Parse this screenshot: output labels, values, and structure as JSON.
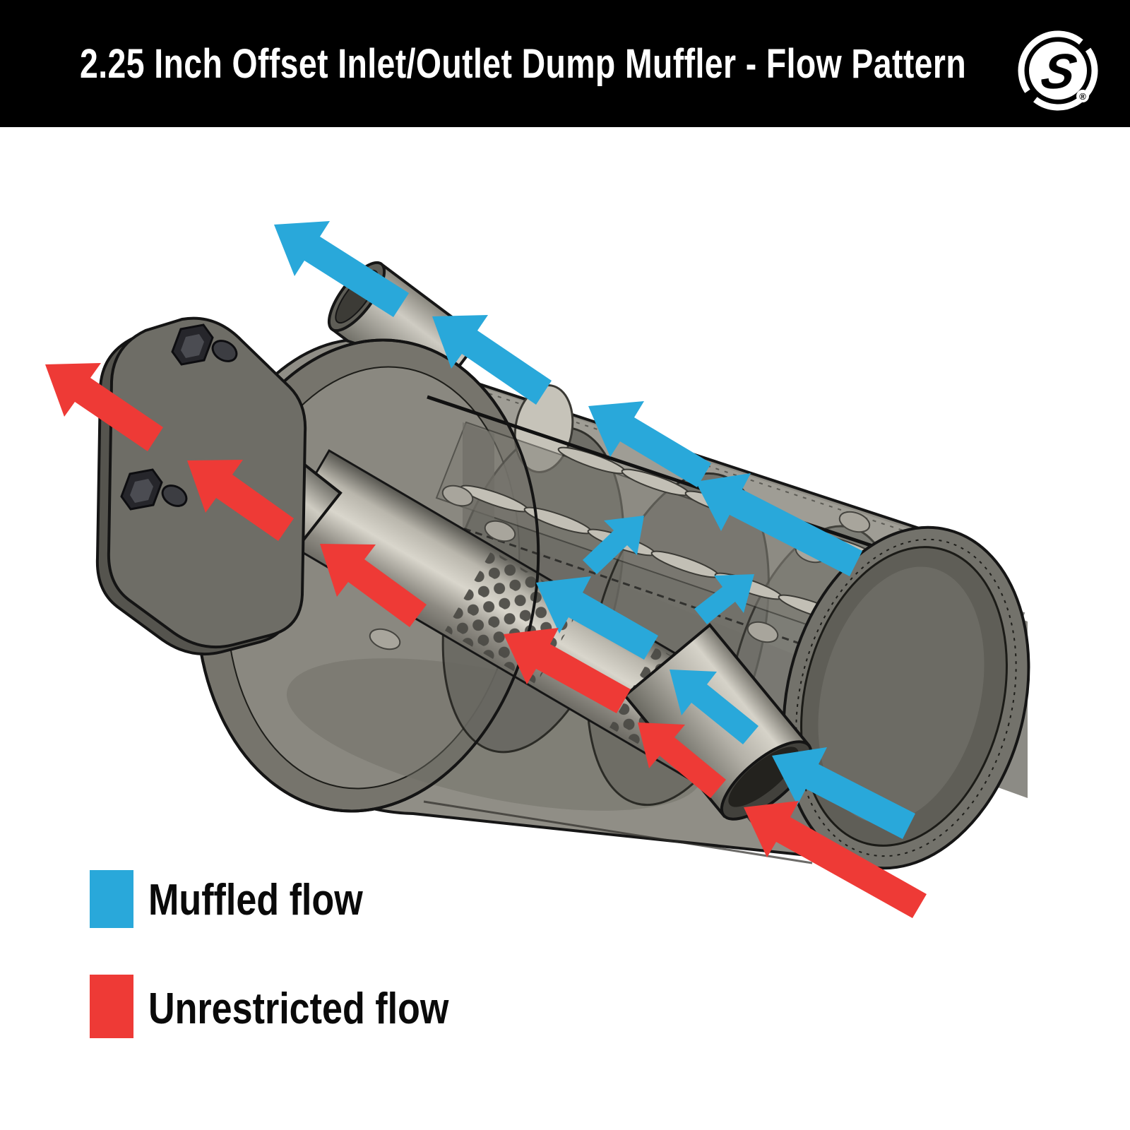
{
  "header": {
    "title": "2.25 Inch Offset Inlet/Outlet Dump Muffler - Flow Pattern",
    "bg_color": "#000000",
    "text_color": "#ffffff",
    "logo_letter": "S",
    "logo_registered": "®"
  },
  "legend": {
    "items": [
      {
        "id": "muffled",
        "label": "Muffled flow",
        "color": "#29a8da"
      },
      {
        "id": "unrestricted",
        "label": "Unrestricted flow",
        "color": "#ee3a36"
      }
    ]
  },
  "diagram": {
    "subject": "Cutaway CAD view of a 2.25 inch offset inlet/outlet dump muffler showing exhaust flow pattern",
    "flows": [
      {
        "id": "muffled",
        "label": "Muffled flow",
        "color": "#29a8da",
        "arrows": [
          {
            "tip": [
              388,
              318
            ],
            "tail": [
              568,
              432
            ],
            "size": "lg"
          },
          {
            "tip": [
              612,
              448
            ],
            "tail": [
              770,
              556
            ],
            "size": "lg"
          },
          {
            "tip": [
              833,
              575
            ],
            "tail": [
              997,
              673
            ],
            "size": "lg"
          },
          {
            "tip": [
              985,
              682
            ],
            "tail": [
              1212,
              798
            ],
            "size": "lg"
          },
          {
            "tip": [
              912,
              730
            ],
            "tail": [
              835,
              803
            ],
            "size": "sm"
          },
          {
            "tip": [
              1068,
              813
            ],
            "tail": [
              992,
              873
            ],
            "size": "sm"
          },
          {
            "tip": [
              759,
              825
            ],
            "tail": [
              922,
              917
            ],
            "size": "lg"
          },
          {
            "tip": [
              948,
              948
            ],
            "tail": [
              1063,
              1041
            ],
            "size": "md"
          },
          {
            "tip": [
              1093,
              1070
            ],
            "tail": [
              1287,
              1170
            ],
            "size": "lg"
          }
        ]
      },
      {
        "id": "unrestricted",
        "label": "Unrestricted flow",
        "color": "#ee3a36",
        "arrows": [
          {
            "tip": [
              64,
              516
            ],
            "tail": [
              220,
              622
            ],
            "size": "lg"
          },
          {
            "tip": [
              265,
              652
            ],
            "tail": [
              405,
              750
            ],
            "size": "lg"
          },
          {
            "tip": [
              453,
              770
            ],
            "tail": [
              592,
              872
            ],
            "size": "lg"
          },
          {
            "tip": [
              713,
              898
            ],
            "tail": [
              883,
              993
            ],
            "size": "lg"
          },
          {
            "tip": [
              903,
              1023
            ],
            "tail": [
              1017,
              1117
            ],
            "size": "md"
          },
          {
            "tip": [
              1053,
              1143
            ],
            "tail": [
              1302,
              1283
            ],
            "size": "lg"
          }
        ]
      }
    ]
  }
}
